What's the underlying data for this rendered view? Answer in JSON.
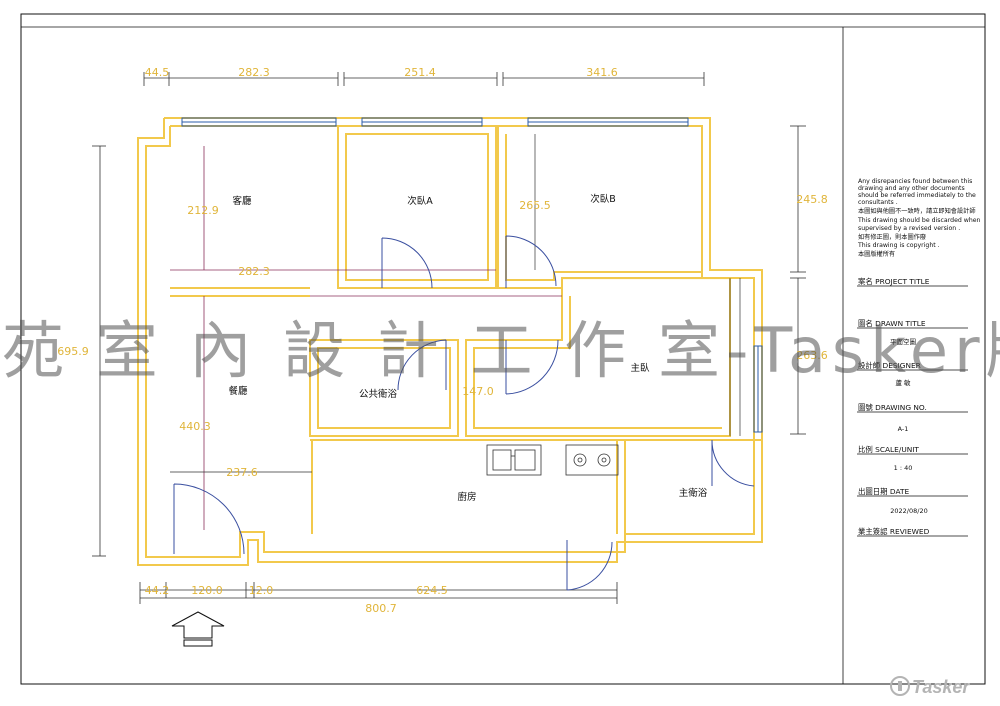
{
  "rooms": {
    "living": "客廳",
    "bedroom_a": "次臥A",
    "bedroom_b": "次臥B",
    "master_bedroom": "主臥",
    "public_bath": "公共衛浴",
    "dining": "餐廳",
    "kitchen": "廚房",
    "master_bath": "主衛浴"
  },
  "dimensions": {
    "top_1": "44.5",
    "top_2": "282.3",
    "top_3": "251.4",
    "top_4": "341.6",
    "living_height": "212.9",
    "living_width": "282.3",
    "bedroom_b_height": "265.5",
    "right_top": "245.8",
    "right_bottom": "263.6",
    "overall_height": "695.9",
    "dining_height": "440.3",
    "dining_width": "237.6",
    "public_bath_dim": "147.0",
    "bottom_1": "44.2",
    "bottom_2": "120.0",
    "bottom_3": "12.0",
    "bottom_4": "624.5",
    "overall_width": "800.7"
  },
  "notes": {
    "line1": "Any disrepancies found between this",
    "line2": "drawing and any other documents",
    "line3": "should be referred immediately to the",
    "line4": "consultants .",
    "line5": "本圖如與他圖不一致時，請立即知會設計師",
    "line6": "This drawing should be discarded when",
    "line7": "supervised by a revised version .",
    "line8": "如有修正圖，則本圖作廢",
    "line9": "This drawing is copyright .",
    "line10": "本圖版權所有"
  },
  "title_block": {
    "project_label": "案名  PROJECT TITLE",
    "drawn_title_label": "圖名  DRAWN TITLE",
    "drawn_title_value": "平面空圖",
    "designer_label": "設計師  DESIGNER",
    "designer_value": "蘆 敏",
    "drawing_no_label": "圖號  DRAWING NO.",
    "drawing_no_value": "A-1",
    "scale_label": "比例  SCALE/UNIT",
    "scale_value": "1 : 40",
    "date_label": "出圖日期   DATE",
    "date_value": "2022/08/20",
    "reviewed_label": "業主簽認   REVIEWED"
  },
  "watermark": "苑 室 內 設 計 工 作 室-Tasker版",
  "brand": "Tasker",
  "colors": {
    "wall": "#f2c94c",
    "line": "#222222",
    "door": "#3a4fa0",
    "window": "#2b5ca8",
    "accent_line": "#8a2f5a"
  }
}
